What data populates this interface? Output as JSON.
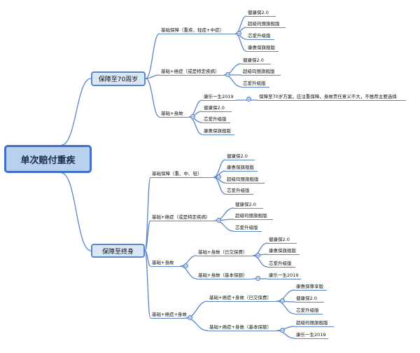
{
  "root": {
    "label": "单次赔付重疾"
  },
  "branches": {
    "b70": {
      "label": "保障至70周岁"
    },
    "life": {
      "label": "保障至终身"
    }
  },
  "icons": {
    "collapse": "⊖",
    "collapse_icon_name": "minus-circle-icon"
  },
  "b70": {
    "basic": {
      "label": "基础保障（重疾、轻症+中症）",
      "items": [
        "健康保2.0",
        "超级玛丽旗舰版",
        "芯爱升级版",
        "康惠保旗舰版"
      ]
    },
    "cancer": {
      "label": "基础+癌症（或是特定疾病）",
      "items": [
        "健康保2.0",
        "超级玛丽旗舰版",
        "芯爱升级版"
      ]
    },
    "waiver": {
      "label": "基础+身故",
      "note_product": "康乐一生2019",
      "note": "保障至70岁方案，应注重保障，身故责任意义不大，不推荐主要选择",
      "items": [
        "健康保2.0",
        "芯爱升级版",
        "康惠保旗舰版"
      ]
    }
  },
  "life": {
    "basic": {
      "label": "基础保障（重、中、轻）",
      "items": [
        "健康保2.0",
        "康惠保旗舰版",
        "超级玛丽旗舰版",
        "芯爱升级版"
      ]
    },
    "cancer": {
      "label": "基础+癌症（或是特定疾病）",
      "items": [
        "健康保2.0",
        "超级玛丽旗舰版",
        "芯爱升级版"
      ]
    },
    "death": {
      "label": "基础+身故",
      "paid": {
        "label": "基础+身故（已交保费）",
        "items": [
          "健康保2.0",
          "康惠保旗舰版",
          "芯爱升级版"
        ]
      },
      "basic_amt": {
        "label": "基础+身故（基本保额）",
        "items": [
          "康乐一生2019"
        ]
      }
    },
    "cancer_death": {
      "label": "基础+癌症+身故",
      "paid": {
        "label": "基础+癌症+身故（已交保费）",
        "items": [
          "康惠保尊享版",
          "健康保2.0",
          "芯爱升级版"
        ]
      },
      "basic_amt": {
        "label": "基础+癌症+身故（基本保额）",
        "items": [
          "超级玛丽旗舰版",
          "康乐一生2019"
        ]
      }
    }
  }
}
